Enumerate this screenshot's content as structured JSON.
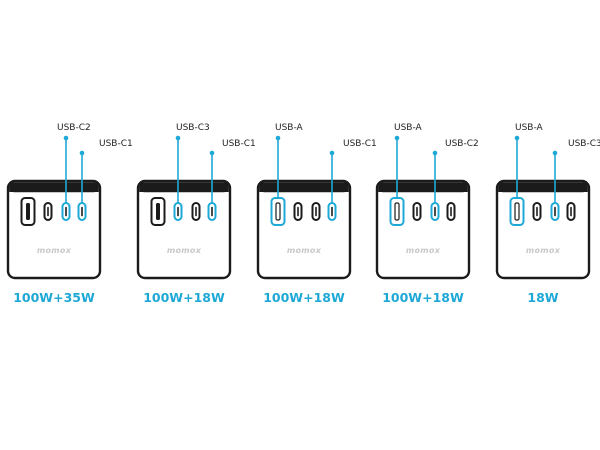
{
  "accent_color": "#1ea8d6",
  "body_color": "#1b1b1b",
  "brand": "momox",
  "configs": [
    {
      "wattage": "100W+35W",
      "active_ports": [
        2,
        3
      ],
      "labels": [
        {
          "text": "USB-C2",
          "port": 2
        },
        {
          "text": "USB-C1",
          "port": 3
        }
      ]
    },
    {
      "wattage": "100W+18W",
      "active_ports": [
        1,
        3
      ],
      "labels": [
        {
          "text": "USB-C3",
          "port": 1
        },
        {
          "text": "USB-C1",
          "port": 3
        }
      ]
    },
    {
      "wattage": "100W+18W",
      "active_ports": [
        0,
        3
      ],
      "labels": [
        {
          "text": "USB-A",
          "port": 0
        },
        {
          "text": "USB-C1",
          "port": 3
        }
      ]
    },
    {
      "wattage": "100W+18W",
      "active_ports": [
        0,
        2
      ],
      "labels": [
        {
          "text": "USB-A",
          "port": 0
        },
        {
          "text": "USB-C2",
          "port": 2
        }
      ]
    },
    {
      "wattage": "18W",
      "active_ports": [
        0,
        2
      ],
      "labels": [
        {
          "text": "USB-A",
          "port": 0
        },
        {
          "text": "USB-C3",
          "port": 2
        }
      ]
    }
  ]
}
